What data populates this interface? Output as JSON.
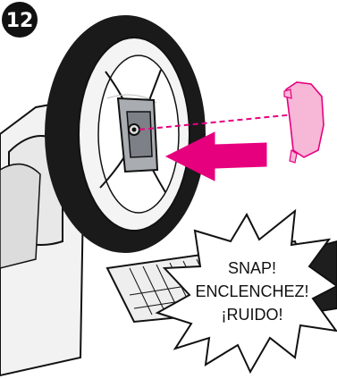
{
  "step": {
    "number": "12"
  },
  "callout": {
    "lines": [
      "SNAP!",
      "ENCLENCHEZ!",
      "¡RUIDO!"
    ]
  },
  "colors": {
    "accent_magenta": "#e6007e",
    "cap_pink": "#f7b7d6",
    "ink": "#111111",
    "metal_gray": "#b8bbbf",
    "tire": "#1a1a1a"
  },
  "icons": {
    "direction_arrow": "arrow-left-icon"
  }
}
